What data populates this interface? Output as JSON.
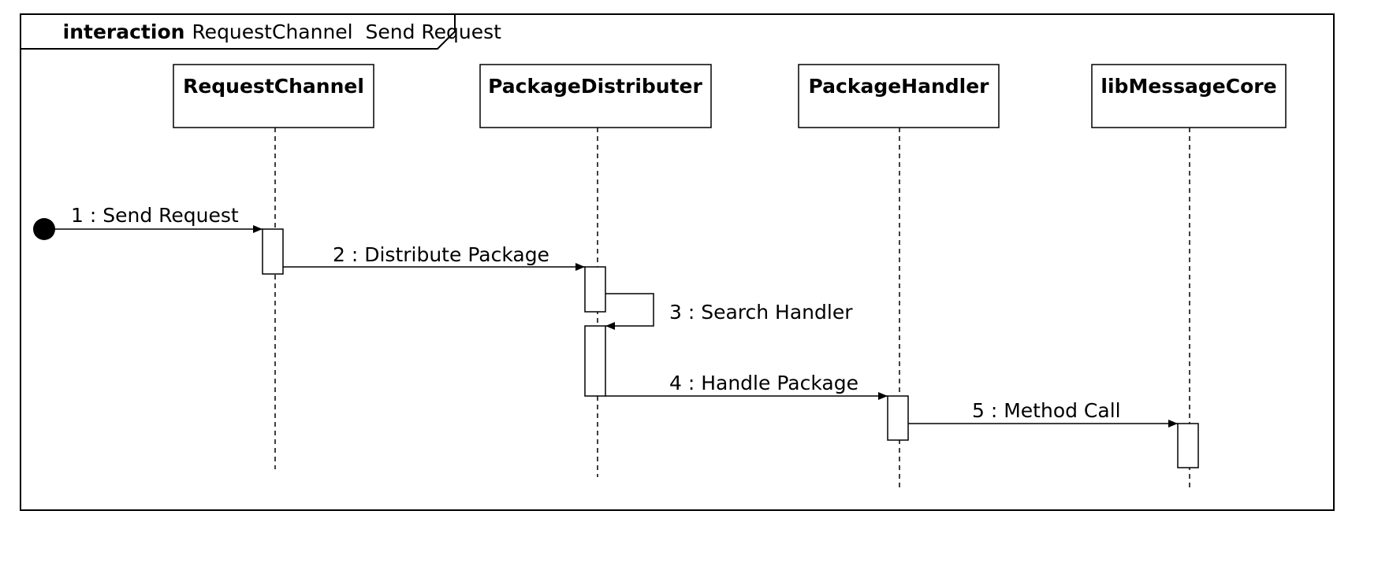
{
  "frame": {
    "keyword": "interaction",
    "name": "RequestChannel  Send Request"
  },
  "lifelines": [
    {
      "id": "request-channel",
      "name": "RequestChannel"
    },
    {
      "id": "package-distributer",
      "name": "PackageDistributer"
    },
    {
      "id": "package-handler",
      "name": "PackageHandler"
    },
    {
      "id": "lib-message-core",
      "name": "libMessageCore"
    }
  ],
  "messages": [
    {
      "id": "send-request",
      "label": "1 : Send Request",
      "from": "found",
      "to": "request-channel"
    },
    {
      "id": "distribute-package",
      "label": "2 : Distribute Package",
      "from": "request-channel",
      "to": "package-distributer"
    },
    {
      "id": "search-handler",
      "label": "3 : Search Handler",
      "from": "package-distributer",
      "to": "package-distributer"
    },
    {
      "id": "handle-package",
      "label": "4 : Handle Package",
      "from": "package-distributer",
      "to": "package-handler"
    },
    {
      "id": "method-call",
      "label": "5 : Method Call",
      "from": "package-handler",
      "to": "lib-message-core"
    }
  ],
  "colors": {
    "stroke": "#000000",
    "fill": "#ffffff"
  }
}
